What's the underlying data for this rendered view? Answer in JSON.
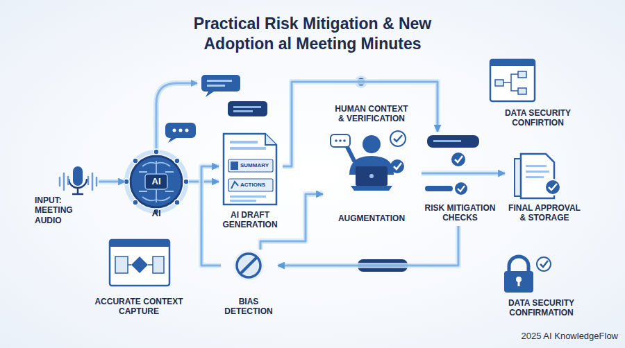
{
  "diagram": {
    "title": "Practical Risk Mitigation & New Adoption al Meeting Minutes",
    "nodes": [
      {
        "text": [
          "INPUT: MEETING AUDIO"
        ]
      },
      {
        "text": [
          "AI",
          "AI"
        ]
      },
      {
        "text": [
          "SUMMARY",
          "ACTIONS",
          "AI DRAFT GENERATION"
        ]
      },
      {
        "text": [
          "HUMAN CONTEXT & VERIFICATION",
          "AUGMENTATION"
        ]
      },
      {
        "text": [
          "RISK MITIGATION CHECKS"
        ]
      },
      {
        "text": [
          "FINAL APPROVAL & STORAGE"
        ]
      },
      {
        "text": [
          "DATA SECURITY CONFIRTION"
        ]
      },
      {
        "text": [
          "ACCURATE CONTEXT CAPTURE"
        ]
      },
      {
        "text": [
          "BIAS DETECTION"
        ]
      },
      {
        "text": [
          "DATA SECURITY CONFIRMATION"
        ]
      }
    ],
    "edges": [
      {
        "from": 0,
        "to": 1,
        "arrow": "to"
      },
      {
        "from": 1,
        "to": 2,
        "arrow": "to"
      },
      {
        "from": 2,
        "to": 4,
        "arrow": "to"
      },
      {
        "from": 3,
        "to": 5,
        "arrow": "to"
      },
      {
        "from": 4,
        "to": 8,
        "arrow": "to"
      },
      {
        "from": 8,
        "to": 2,
        "arrow": "to"
      },
      {
        "from": 8,
        "to": 3,
        "arrow": "to"
      }
    ],
    "labels": [
      "2025 AI KnowledgeFlow"
    ]
  }
}
